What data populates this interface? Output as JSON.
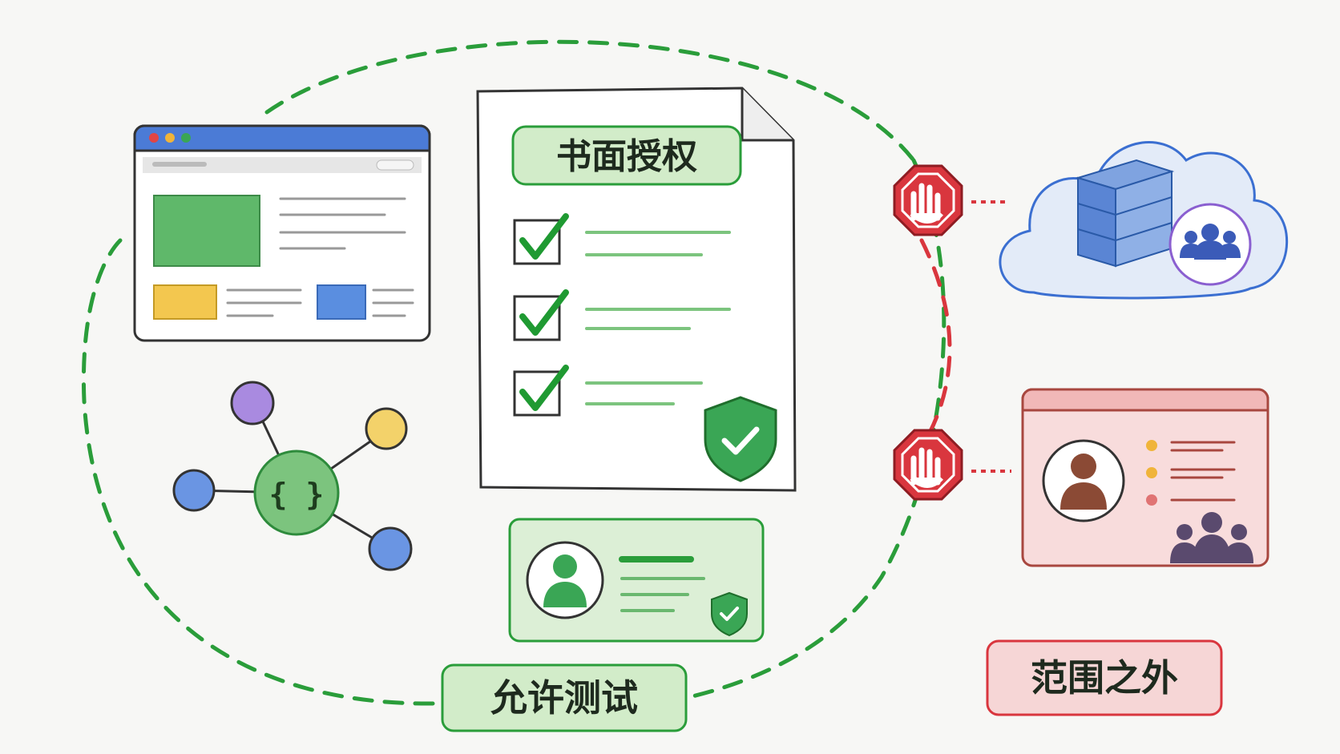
{
  "scope": {
    "authorization_label": "书面授权",
    "in_scope_label": "允许测试",
    "out_of_scope_label": "范围之外"
  },
  "icons": {
    "web_app": "browser-window-icon",
    "api": "api-network-icon",
    "checklist": "checklist-document-icon",
    "shield": "shield-check-icon",
    "account": "verified-user-card-icon",
    "cloud": "cloud-database-icon",
    "third_party_users": "user-group-icon",
    "stop": "stop-hand-icon",
    "out_of_scope_profile": "profile-card-icon"
  },
  "colors": {
    "in_scope": "#2a9d3a",
    "in_scope_fill": "#dcefd6",
    "out_of_scope": "#d9363e",
    "out_of_scope_fill": "#f6d6d6",
    "accent_blue": "#3b6fd1",
    "accent_purple": "#8a5fd0",
    "accent_yellow": "#f1c84a"
  }
}
